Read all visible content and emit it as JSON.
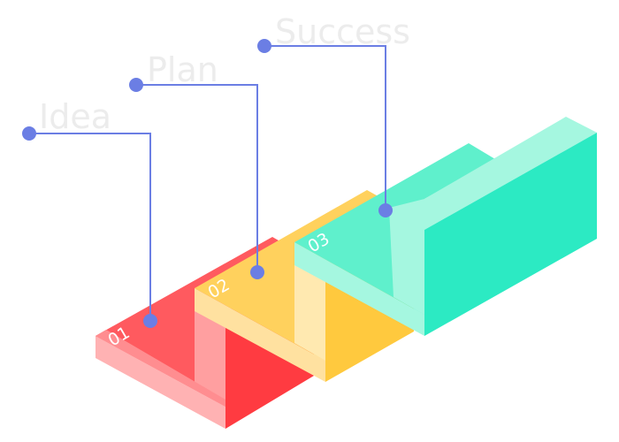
{
  "colors": {
    "connector": "#6b7ee4",
    "label": "#ececec",
    "number": "#ffffff"
  },
  "steps": [
    {
      "number": "01",
      "label": "Idea",
      "colors": {
        "top": "#ff5a5f",
        "lightTop": "#ff9fa0",
        "side": "#ffb2b3",
        "front": "#ff3b41"
      }
    },
    {
      "number": "02",
      "label": "Plan",
      "colors": {
        "top": "#ffd15d",
        "lightTop": "#ffe9b0",
        "side": "#ffe1a0",
        "front": "#ffc93e"
      }
    },
    {
      "number": "03",
      "label": "Success",
      "colors": {
        "top": "#5ff0cc",
        "lightTop": "#a5f7e0",
        "side": "#a5f7e0",
        "front": "#2ceac3"
      }
    }
  ]
}
